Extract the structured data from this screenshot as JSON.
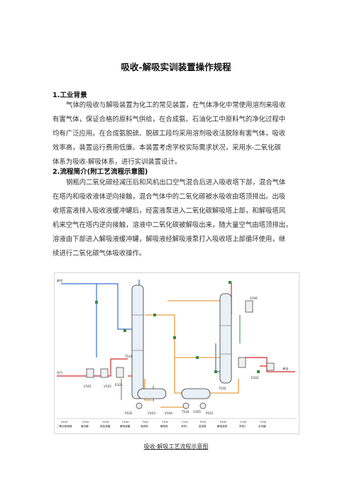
{
  "document": {
    "title": "吸收-解吸实训装置操作规程",
    "sections": [
      {
        "heading": "1.工业背景",
        "lines": [
          "气体的吸收与解吸装置为化工的常见装置，在气体净化中常使用溶剂来吸收",
          "有害气体，保证合格的原料气供给，在合成氨、石油化工中原料气的净化过程中",
          "均有广泛应用。在合成氨脱硫、脱碳工段均采用溶剂吸收法脱除有害气体，吸收",
          "效率高，装置运行费用低廉。本装置考虑学校实际需求状况，采用水-二氧化碳",
          "体系为吸收-解吸体系，进行实训装置设计。"
        ]
      },
      {
        "heading": "2.流程简介(附工艺流程示意图)",
        "lines": [
          "钢瓶内二氧化碳经减压后和风机出口空气混合后进入吸收塔下部，混合气体",
          "在塔内和吸收液体逆向接触，混合气体中的二氧化碳被水吸收由塔顶排出。出吸",
          "收塔富液排入吸收液缓冲罐后，经富液泵进入二氧化碳解吸塔上部，和解吸塔风",
          "机来空气在塔内逆向接触，溶液中二氧化碳被解吸出来，随大量空气由塔顶排出，",
          "溶液由下部进入解吸液缓冲罐，解吸液经解吸液泵打入吸收塔上部循环使用，继",
          "续进行二氧化碳气体吸收操作。"
        ]
      }
    ],
    "diagram": {
      "equipment_labels": [
        "T101",
        "T102",
        "V103",
        "V104",
        "T104",
        "V105",
        "P101",
        "V102",
        "V101",
        "E101",
        "E102",
        "P102",
        "V106"
      ],
      "inlet_labels": [
        "放空",
        "空气",
        "来自"
      ],
      "legend": [
        {
          "tag": "V101",
          "desc": "二氧化碳钢瓶"
        },
        {
          "tag": "V102",
          "desc": "缓冲罐"
        },
        {
          "tag": "V103",
          "desc": "吸收液罐"
        },
        {
          "tag": "V104",
          "desc": "解吸液罐"
        },
        {
          "tag": "T101",
          "desc": "吸收塔"
        },
        {
          "tag": "T102",
          "desc": "解吸塔"
        },
        {
          "tag": "C101",
          "desc": "风机1"
        },
        {
          "tag": "P101",
          "desc": "富液泵"
        },
        {
          "tag": "P102",
          "desc": "解吸液泵"
        },
        {
          "tag": "C102",
          "desc": "风机2"
        },
        {
          "tag": "T104",
          "desc": "水封罐"
        }
      ]
    },
    "caption": "吸收-解吸工艺流程示意图"
  }
}
